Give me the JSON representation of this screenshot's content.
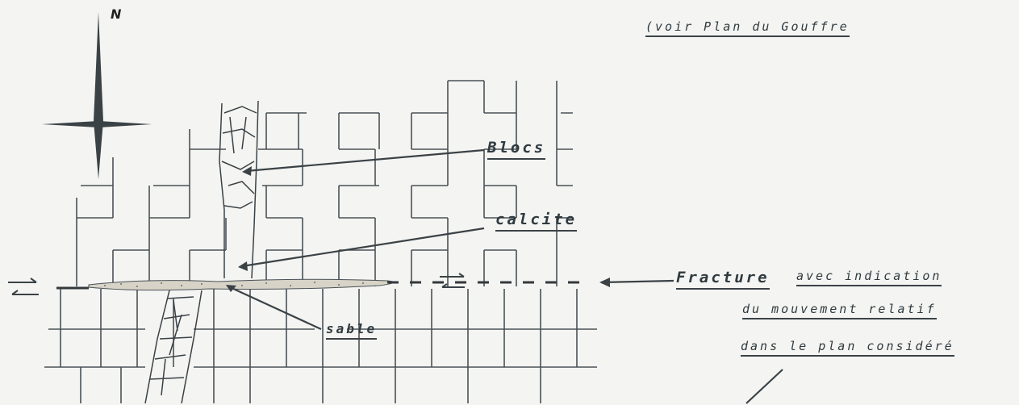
{
  "north_label": "N",
  "reference_note": "(voir Plan du Gouffre",
  "labels": {
    "blocs": "Blocs",
    "calcite": "calcite",
    "sable": "sable",
    "fracture": "Fracture",
    "fracture_desc_1": "avec indication",
    "fracture_desc_2": "du mouvement relatif",
    "fracture_desc_3": "dans le plan considéré"
  },
  "colors": {
    "ink": "#3a4246",
    "paper": "#f4f4f2",
    "sand": "#c9c6bc"
  }
}
